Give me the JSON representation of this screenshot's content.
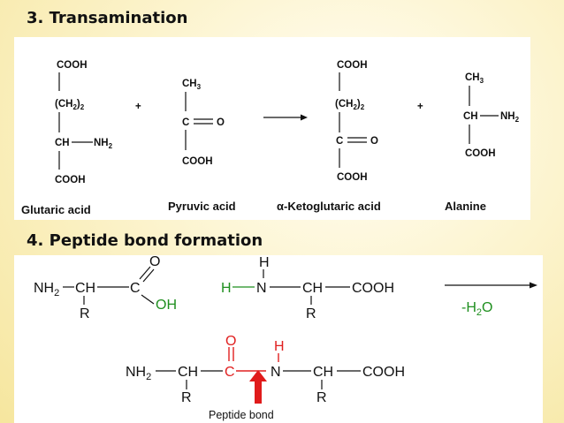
{
  "section3": {
    "heading": "3.  Transamination",
    "plus": "+",
    "glutaric": {
      "top": "COOH",
      "chain": "(CH",
      "chain_sub": "2",
      "chain_close": ")",
      "chain_n": "2",
      "ch": "CH",
      "nh": "NH",
      "nh_sub": "2",
      "bottom": "COOH"
    },
    "pyruvic": {
      "top": "CH",
      "top_sub": "3",
      "c": "C",
      "o": "O",
      "bottom": "COOH"
    },
    "keto": {
      "top": "COOH",
      "chain": "(CH",
      "chain_sub": "2",
      "chain_close": ")",
      "chain_n": "2",
      "c": "C",
      "o": "O",
      "bottom": "COOH"
    },
    "alanine": {
      "top": "CH",
      "top_sub": "3",
      "ch": "CH",
      "nh": "NH",
      "nh_sub": "2",
      "bottom": "COOH"
    },
    "labels": {
      "glutaric": "Glutaric      acid",
      "pyruvic": "Pyruvic acid",
      "keto": "α-Ketoglutaric acid",
      "alanine": "Alanine"
    }
  },
  "section4": {
    "heading": "4. Peptide  bond formation",
    "aa1": {
      "nh": "NH",
      "nh_sub": "2",
      "ch": "CH",
      "c": "C",
      "o": "O",
      "oh": "OH",
      "r": "R"
    },
    "aa2": {
      "h_top": "H",
      "h": "H",
      "n": "N",
      "ch": "CH",
      "cooh": "COOH",
      "r": "R"
    },
    "water": {
      "pre": "-H",
      "sub": "2",
      "post": "O"
    },
    "dipeptide": {
      "nh": "NH",
      "nh_sub": "2",
      "ch1": "CH",
      "c": "C",
      "o": "O",
      "h": "H",
      "n": "N",
      "ch2": "CH",
      "cooh": "COOH",
      "r1": "R",
      "r2": "R"
    },
    "peptide_bond_label": "Peptide bond"
  },
  "colors": {
    "green": "#1f8f1f",
    "red": "#e02020",
    "black": "#111111"
  }
}
